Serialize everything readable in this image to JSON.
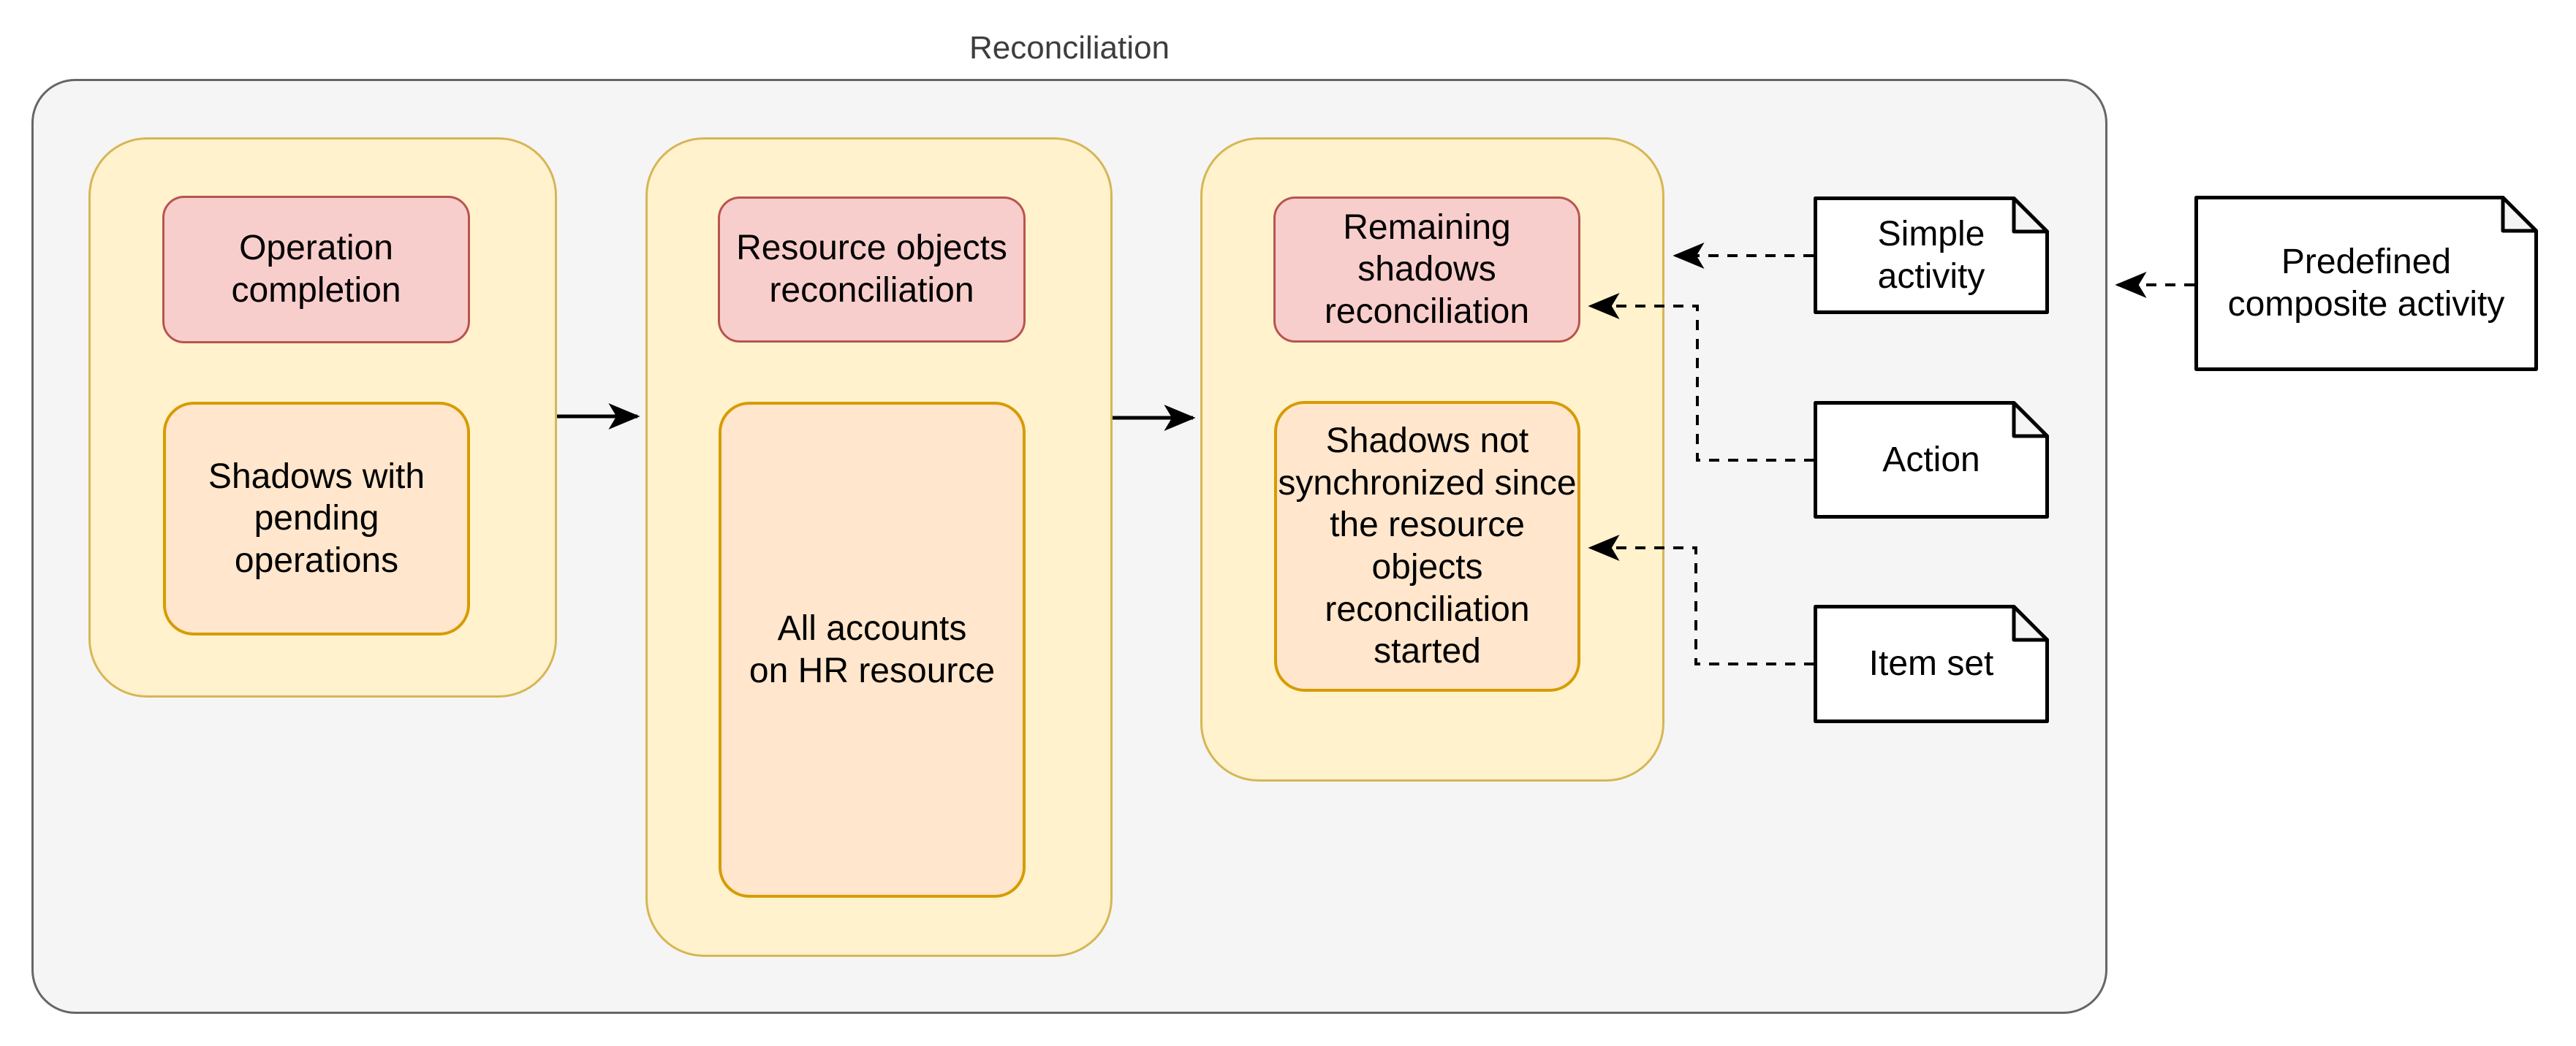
{
  "title": "Reconciliation",
  "colors": {
    "container-fill": "#f5f5f5",
    "container-border": "#666666",
    "group-fill": "#fff2cc",
    "group-border": "#d6b656",
    "task-fill": "#f8cecc",
    "task-border": "#b85450",
    "set-fill": "#ffe6cc",
    "set-border": "#d79b00",
    "note-fill": "#ffffff",
    "note-border": "#000000",
    "fold-fill": "#f5f5f5",
    "arrow": "#000000",
    "label-text": "#000000",
    "title-text": "#3d3d3d"
  },
  "groups": [
    {
      "task": "Operation\ncompletion",
      "set": "Shadows with\npending\noperations"
    },
    {
      "task": "Resource objects\nreconciliation",
      "set": "All accounts\non HR resource"
    },
    {
      "task": "Remaining\nshadows\nreconciliation",
      "set": "Shadows not\nsynchronized since\nthe resource\nobjects\nreconciliation\nstarted"
    }
  ],
  "notes": [
    {
      "label": "Simple\nactivity"
    },
    {
      "label": "Action"
    },
    {
      "label": "Item set"
    }
  ],
  "external_note": {
    "label": "Predefined\ncomposite activity"
  }
}
